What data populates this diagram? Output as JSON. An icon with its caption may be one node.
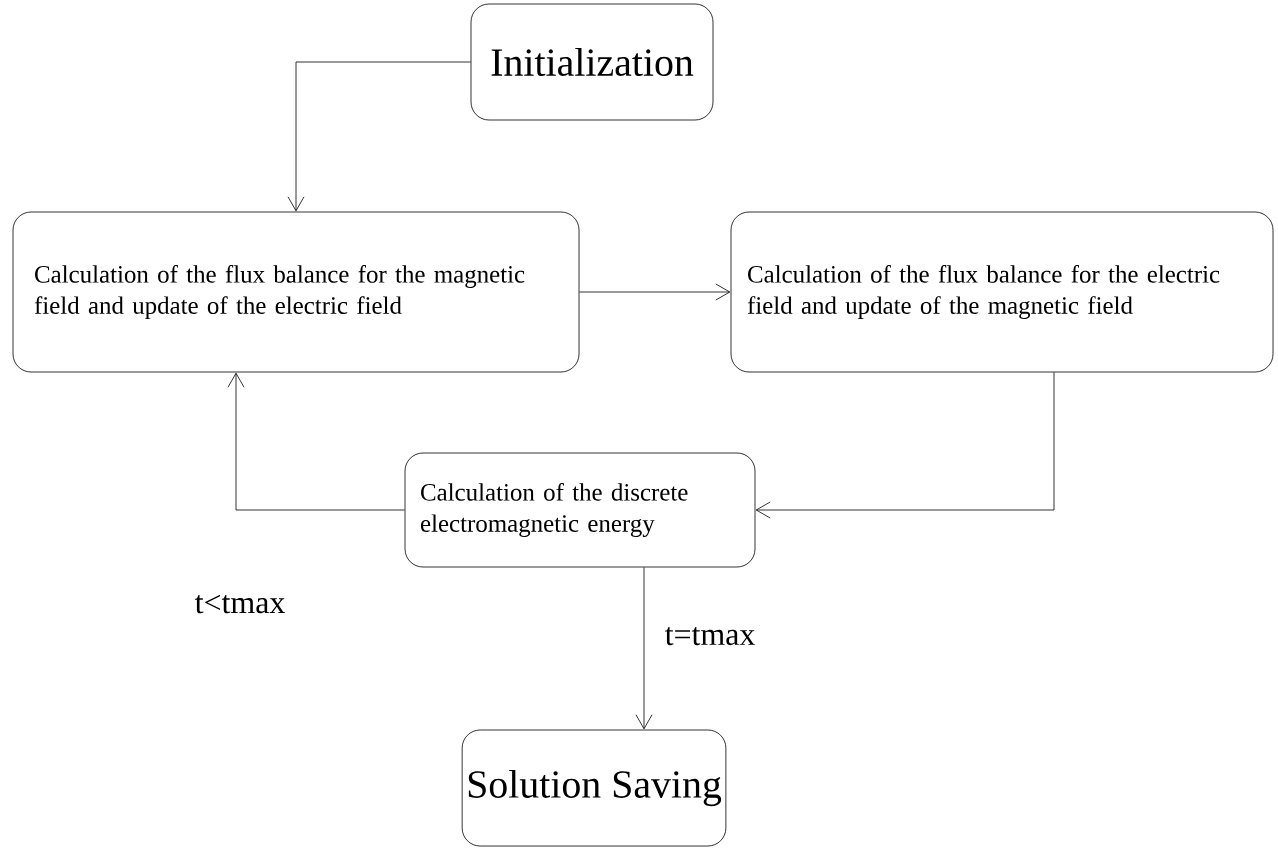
{
  "diagram": {
    "nodes": [
      {
        "text": [
          "Initialization"
        ]
      },
      {
        "text": [
          "Calculation of the flux balance for the magnetic field and update of the electric field"
        ]
      },
      {
        "text": [
          "Calculation of the flux balance for the electric field and update of the magnetic field"
        ]
      },
      {
        "text": [
          "Calculation of the discrete electromagnetic energy"
        ]
      },
      {
        "text": [
          "Solution Saving"
        ]
      }
    ],
    "edges": [
      {
        "from": 0,
        "to": 1,
        "arrow": "to"
      },
      {
        "from": 1,
        "to": 2,
        "arrow": "to"
      },
      {
        "from": 2,
        "to": 3,
        "arrow": "to"
      },
      {
        "from": 3,
        "to": 1,
        "arrow": "to",
        "label": "t<tmax"
      },
      {
        "from": 3,
        "to": 4,
        "arrow": "to",
        "label": "t=tmax"
      }
    ]
  }
}
